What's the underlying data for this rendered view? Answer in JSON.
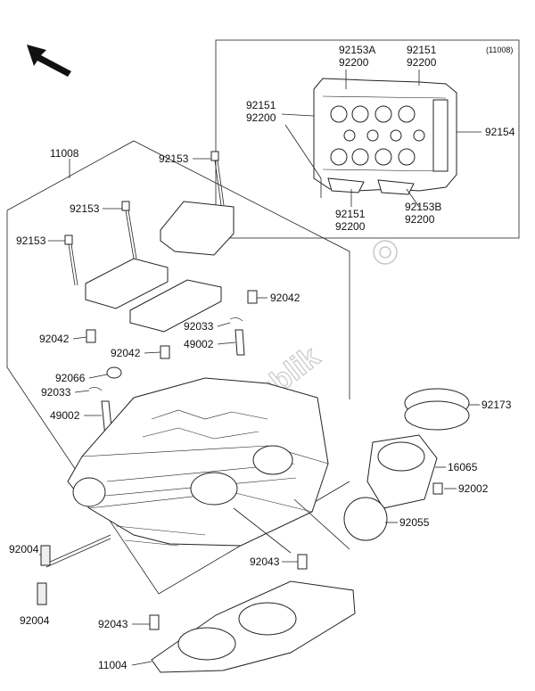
{
  "diagram": {
    "inset_ref": "(11008)",
    "watermark": "PartsRepublik",
    "labels": {
      "l11008": "11008",
      "l92153a": "92153",
      "l92153b": "92153",
      "l92153c": "92153",
      "l92042a": "92042",
      "l92042b": "92042",
      "l92042c": "92042",
      "l92033a": "92033",
      "l92033b": "92033",
      "l49002a": "49002",
      "l49002b": "49002",
      "l92066": "92066",
      "l92173": "92173",
      "l16065": "16065",
      "l92002": "92002",
      "l92055": "92055",
      "l92004a": "92004",
      "l92004b": "92004",
      "l92043a": "92043",
      "l92043b": "92043",
      "l11004": "11004"
    },
    "inset_labels": {
      "i92153A": "92153A",
      "i92200a": "92200",
      "i92151a": "92151",
      "i92200b": "92200",
      "i92151b": "92151",
      "i92200c": "92200",
      "i92154": "92154",
      "i92151c": "92151",
      "i92200d": "92200",
      "i92153B": "92153B",
      "i92200e": "92200"
    }
  }
}
